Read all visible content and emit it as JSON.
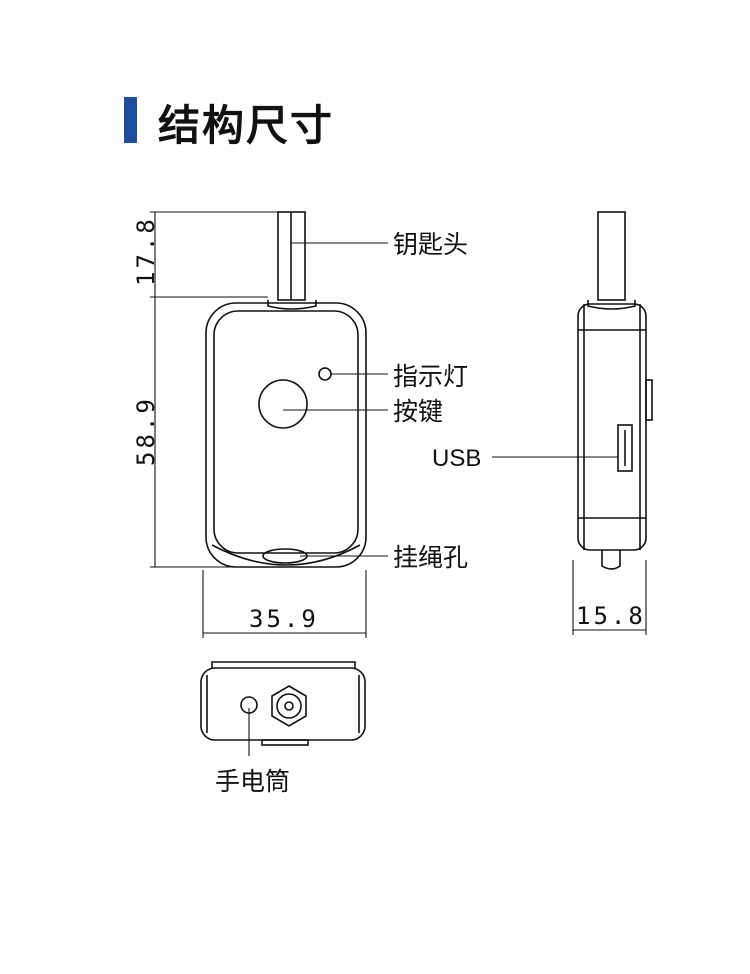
{
  "header": {
    "title": "结构尺寸",
    "accent_color": "#1a4fa0"
  },
  "labels": {
    "key_head": "钥匙头",
    "indicator": "指示灯",
    "button": "按键",
    "usb": "USB",
    "lanyard_hole": "挂绳孔",
    "flashlight": "手电筒"
  },
  "dimensions": {
    "key_head_height": "17.8",
    "body_height": "58.9",
    "width": "35.9",
    "thickness": "15.8"
  }
}
